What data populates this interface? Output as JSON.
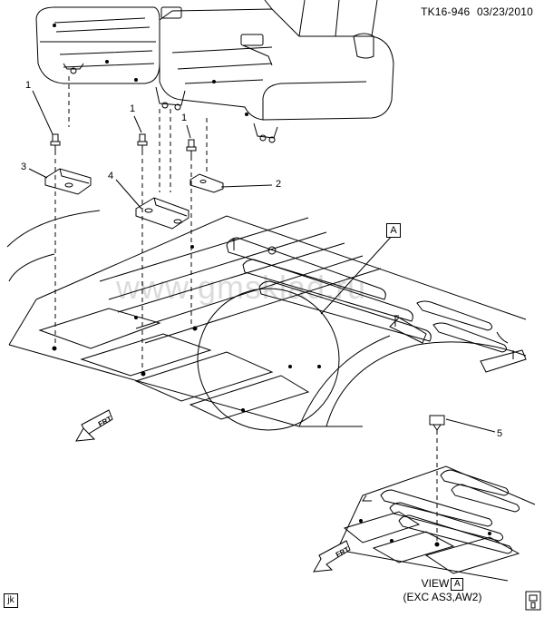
{
  "header": {
    "drawing_id": "TK16-946",
    "date": "03/23/2010"
  },
  "callouts": {
    "c1a": "1",
    "c1b": "1",
    "c1c": "1",
    "c2": "2",
    "c3": "3",
    "c4": "4",
    "c5": "5"
  },
  "detail_marker": "A",
  "view": {
    "label": "VIEW",
    "marker": "A",
    "note": "(EXC AS3,AW2)"
  },
  "arrows": {
    "front_main": "FRT",
    "front_view": "FRT"
  },
  "corner_code": "jk",
  "watermark": "www.gmsklad.ru"
}
